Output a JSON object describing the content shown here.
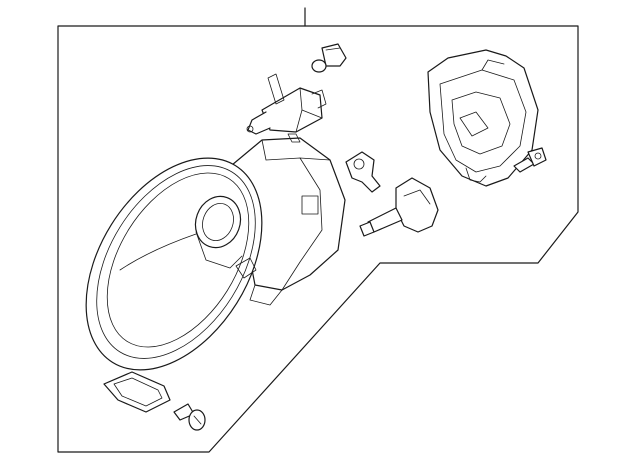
{
  "diagram": {
    "background_color": "#ffffff",
    "line_color": "#1a1a1a",
    "labels": [],
    "parts": [
      {
        "id": "headlamp-assembly",
        "icon": "headlamp-icon"
      },
      {
        "id": "bulb-socket-upper",
        "icon": "bulb-socket-icon"
      },
      {
        "id": "small-bulb",
        "icon": "bulb-icon"
      },
      {
        "id": "clip-small",
        "icon": "clip-icon"
      },
      {
        "id": "main-bulb",
        "icon": "bulb-icon"
      },
      {
        "id": "rear-housing-cover",
        "icon": "housing-icon"
      },
      {
        "id": "bolt-right",
        "icon": "bolt-icon"
      },
      {
        "id": "gasket-plate",
        "icon": "gasket-icon"
      },
      {
        "id": "screw-bottom",
        "icon": "screw-icon"
      }
    ]
  }
}
